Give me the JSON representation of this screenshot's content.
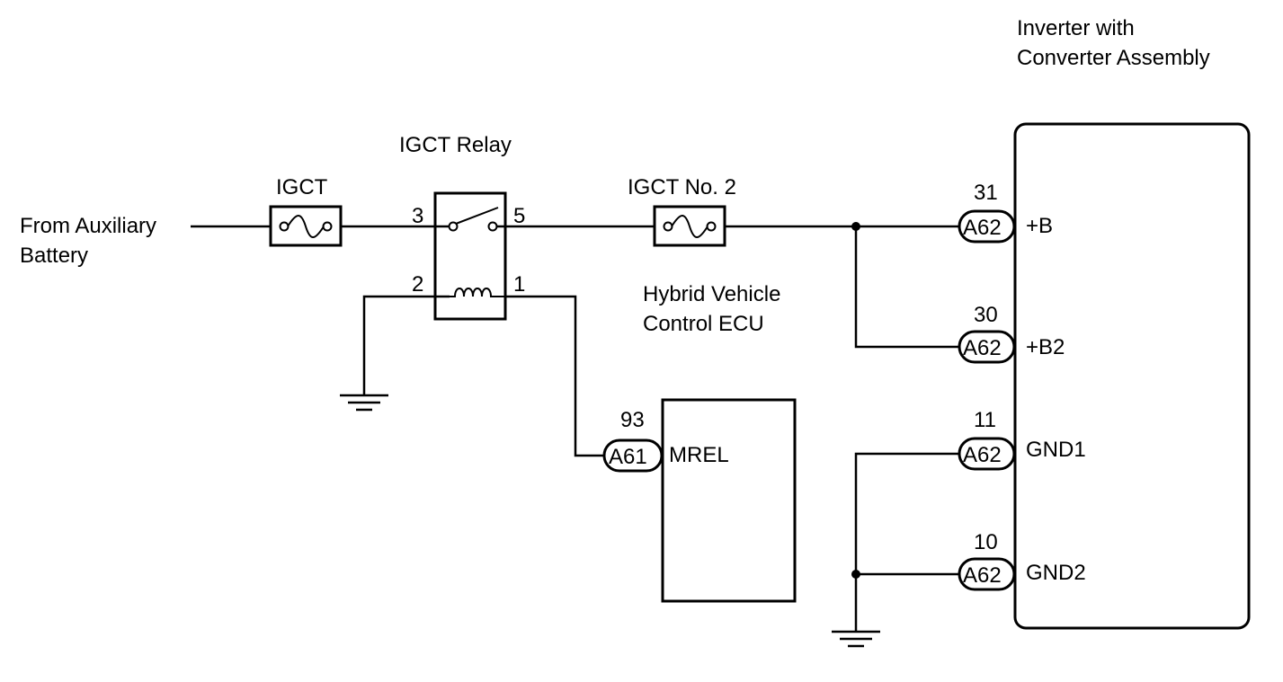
{
  "source": {
    "line1": "From Auxiliary",
    "line2": "Battery"
  },
  "fuses": {
    "igct": "IGCT",
    "igct_no2": "IGCT No. 2"
  },
  "relay": {
    "title": "IGCT Relay",
    "pins": {
      "p3": "3",
      "p5": "5",
      "p2": "2",
      "p1": "1"
    }
  },
  "hv_ecu": {
    "line1": "Hybrid Vehicle",
    "line2": "Control ECU",
    "pin_number": "93",
    "connector": "A61",
    "terminal": "MREL"
  },
  "inverter": {
    "line1": "Inverter with",
    "line2": "Converter Assembly",
    "terminals": [
      {
        "pin": "31",
        "connector": "A62",
        "name": "+B"
      },
      {
        "pin": "30",
        "connector": "A62",
        "name": "+B2"
      },
      {
        "pin": "11",
        "connector": "A62",
        "name": "GND1"
      },
      {
        "pin": "10",
        "connector": "A62",
        "name": "GND2"
      }
    ]
  }
}
